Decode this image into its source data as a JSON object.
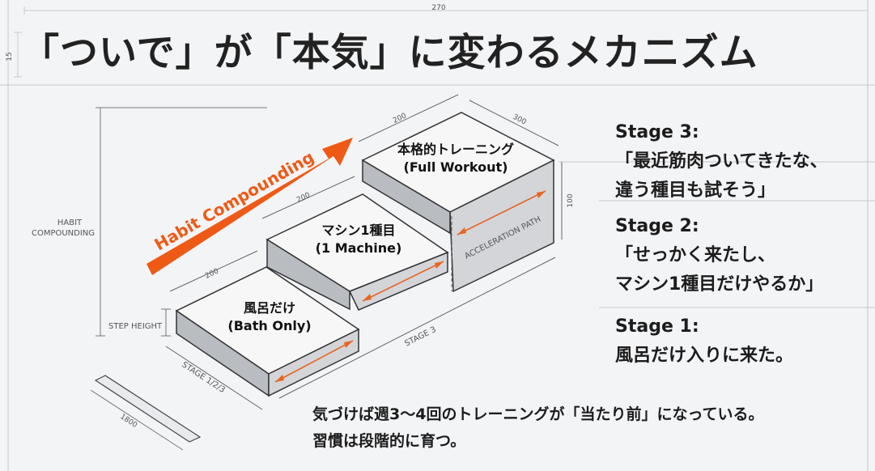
{
  "title": "「ついで」が「本気」に変わるメカニズム",
  "arrow_label": "Habit Compounding",
  "colors": {
    "accent": "#ee5a16",
    "background": "#f3f4f6",
    "line": "#555555"
  },
  "steps": [
    {
      "name_jp": "風呂だけ",
      "name_en": "(Bath Only)"
    },
    {
      "name_jp": "マシン1種目",
      "name_en": "(1 Machine)"
    },
    {
      "name_jp": "本格的トレーニング",
      "name_en": "(Full Workout)"
    }
  ],
  "dimensions": {
    "top": "270",
    "top_left": "15",
    "step_top_1": "200",
    "step_top_2": "200",
    "step_top_3": "200",
    "step_depth": "300",
    "riser": "100",
    "base": "1800",
    "habit_compounding_1": "HABIT",
    "habit_compounding_2": "COMPOUNDING",
    "step_height": "STEP HEIGHT",
    "stage_123": "STAGE 1/2/3",
    "stage_3": "STAGE 3",
    "acceleration_path": "ACCELERATION PATH"
  },
  "stages": {
    "stage3": {
      "heading": "Stage 3:",
      "line1": "「最近筋肉ついてきたな、",
      "line2": "違う種目も試そう」"
    },
    "stage2": {
      "heading": "Stage 2:",
      "line1": "「せっかく来たし、",
      "line2": "マシン1種目だけやるか」"
    },
    "stage1": {
      "heading": "Stage 1:",
      "line1": "風呂だけ入りに来た。"
    }
  },
  "footer": {
    "line1": "気づけば週3〜4回のトレーニングが「当たり前」になっている。",
    "line2": "習慣は段階的に育つ。"
  }
}
